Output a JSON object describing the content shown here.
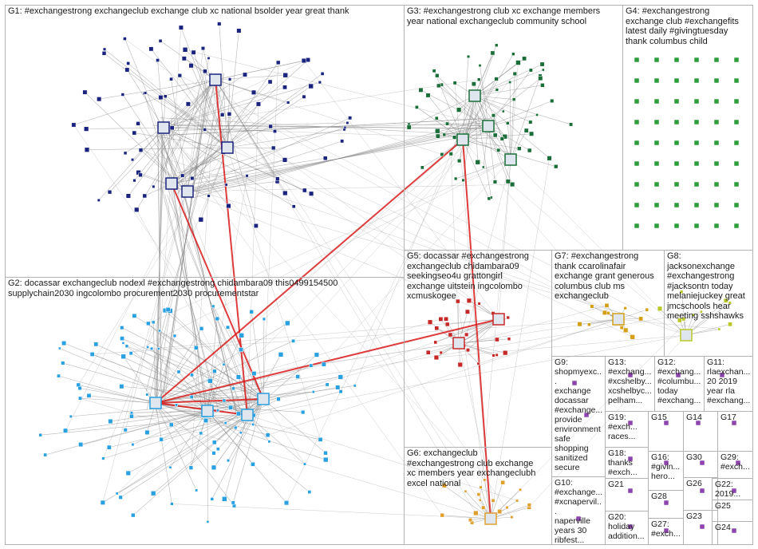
{
  "groups": [
    {
      "id": "G1",
      "label": "G1: #exchangestrong exchangeclub exchange club xc national bsolder year great thank"
    },
    {
      "id": "G2",
      "label": "G2: docassar exchangeclub nodexl #exchangestrong chidambara09 this0499154500\nsupplychain2030 ingcolombo procurement2030 procurementstar"
    },
    {
      "id": "G3",
      "label": "G3: #exchangestrong club xc exchange members\nyear national exchangeclub community school"
    },
    {
      "id": "G4",
      "label": "G4: #exchangestrong\nexchange club #exchangefits\nlatest daily #givingtuesday\nthank columbus child"
    },
    {
      "id": "G5",
      "label": "G5: docassar #exchangestrong\nexchangeclub chidambara09\nseekingseo4u grattongirl\nexchange uitstein ingcolombo\nxcmuskogee"
    },
    {
      "id": "G6",
      "label": "G6: exchangeclub\n#exchangestrong club exchange\nxc members year exchangeclubh\nexcel national"
    },
    {
      "id": "G7",
      "label": "G7: #exchangestrong\nthank ccarolinafair\nexchange grant generous\ncolumbus club ms\nexchangeclub"
    },
    {
      "id": "G8",
      "label": "G8:\njacksonexchange\n#exchangestrong\n#jacksontn today\nmelaniejuckey great\njmcschools hear\nmeeting sshshawks"
    },
    {
      "id": "G9",
      "label": "G9:\nshopmyexc...\nexchange\ndocassar\n#exchange...\nprovide\nenvironment\nsafe\nshopping\nsanitized\nsecure"
    },
    {
      "id": "G10",
      "label": "G10:\n#exchange...\n#xcnapervil...\nnaperville\nyears 30\nribfest..."
    },
    {
      "id": "G11",
      "label": "G11:\nrlaexchan...\n20 2019\nyear rla\n#exchang..."
    },
    {
      "id": "G12",
      "label": "G12:\n#exchang...\n#columbu...\ntoday\n#exchang..."
    },
    {
      "id": "G13",
      "label": "G13:\n#exchang...\n#xcshelby...\nxcshelbyc...\npelham..."
    },
    {
      "id": "G14",
      "label": "G14"
    },
    {
      "id": "G15",
      "label": "G15"
    },
    {
      "id": "G16",
      "label": "G16:\n#givin...\nhero..."
    },
    {
      "id": "G17",
      "label": "G17"
    },
    {
      "id": "G18",
      "label": "G18:\nthanks\n#exch..."
    },
    {
      "id": "G19",
      "label": "G19:\n#exch...\nraces..."
    },
    {
      "id": "G20",
      "label": "G20:\nholiday\naddition..."
    },
    {
      "id": "G21",
      "label": "G21"
    },
    {
      "id": "G22",
      "label": "G22:\n2019..."
    },
    {
      "id": "G23",
      "label": "G23"
    },
    {
      "id": "G24",
      "label": "G24"
    },
    {
      "id": "G25",
      "label": "G25"
    },
    {
      "id": "G26",
      "label": "G26"
    },
    {
      "id": "G27",
      "label": "G27:\n#exch..."
    },
    {
      "id": "G28",
      "label": "G28"
    },
    {
      "id": "G29",
      "label": "G29:\n#exch..."
    },
    {
      "id": "G30",
      "label": "G30"
    }
  ],
  "colors": {
    "g1": "#1a237e",
    "g2": "#29a0e0",
    "g3": "#1b6e3a",
    "g4": "#2e9e3a",
    "g5": "#c62828",
    "g6": "#e0a030",
    "g7": "#d4a017",
    "g8": "#b8c828",
    "small": "#8e44ad",
    "edge": "#7f7f7f",
    "heavy": "#d81b1b",
    "border": "#b3b3b3"
  }
}
